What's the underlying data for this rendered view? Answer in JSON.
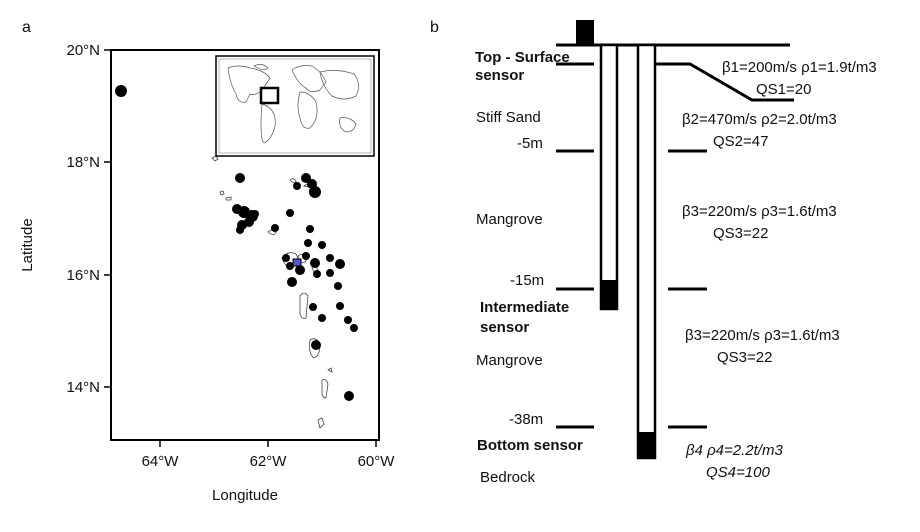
{
  "panel_a": {
    "label": "a",
    "x_axis_label": "Longitude",
    "y_axis_label": "Latitude",
    "x_ticks": [
      "64°W",
      "62°W",
      "60°W"
    ],
    "y_ticks": [
      "20°N",
      "18°N",
      "16°N",
      "14°N"
    ],
    "lon_range": [
      -65,
      -59.8
    ],
    "lat_range": [
      13,
      20
    ]
  },
  "panel_b": {
    "label": "b",
    "sensors": {
      "top_line1": "Top - Surface",
      "top_line2": "sensor",
      "mid_line1": "Intermediate",
      "mid_line2": "sensor",
      "bottom": "Bottom sensor"
    },
    "depths": [
      "-5m",
      "-15m",
      "-38m"
    ],
    "layers": [
      "Stiff Sand",
      "Mangrove",
      "Mangrove",
      "Bedrock"
    ],
    "properties": [
      {
        "line1": "β1=200m/s ρ1=1.9t/m3",
        "line2": "QS1=20"
      },
      {
        "line1": "β2=470m/s ρ2=2.0t/m3",
        "line2": "QS2=47"
      },
      {
        "line1": "β3=220m/s ρ3=1.6t/m3",
        "line2": "QS3=22"
      },
      {
        "line1": "β3=220m/s ρ3=1.6t/m3",
        "line2": "QS3=22"
      },
      {
        "line1": "β4 ρ4=2.2t/m3",
        "line2": "QS4=100"
      }
    ]
  }
}
